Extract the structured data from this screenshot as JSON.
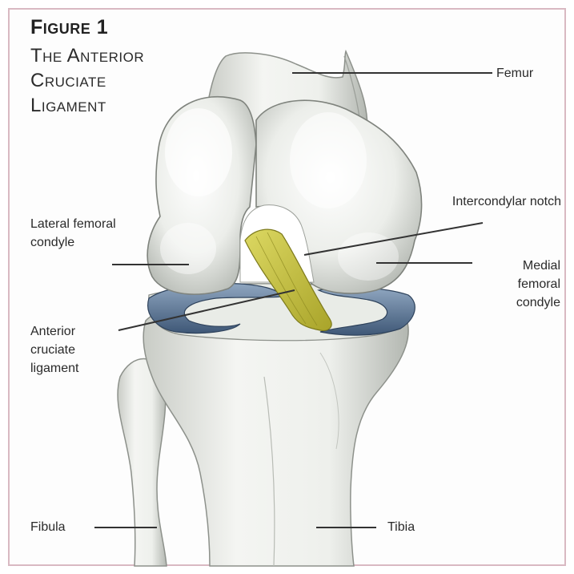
{
  "figure": {
    "number": "Figure 1",
    "title": "The Anterior Cruciate Ligament"
  },
  "labels": {
    "femur": "Femur",
    "intercondylar_notch": "Intercondylar notch",
    "lateral_femoral_condyle": "Lateral femoral condyle",
    "medial_femoral_condyle": "Medial femoral condyle",
    "anterior_cruciate_ligament": "Anterior cruciate ligament",
    "fibula": "Fibula",
    "tibia": "Tibia"
  },
  "colors": {
    "bone": "#f1f2ef",
    "bone_shadow": "#a6aaa5",
    "meniscus": "#55708f",
    "ligament": "#c9c43a",
    "border": "#d9b9c2"
  }
}
